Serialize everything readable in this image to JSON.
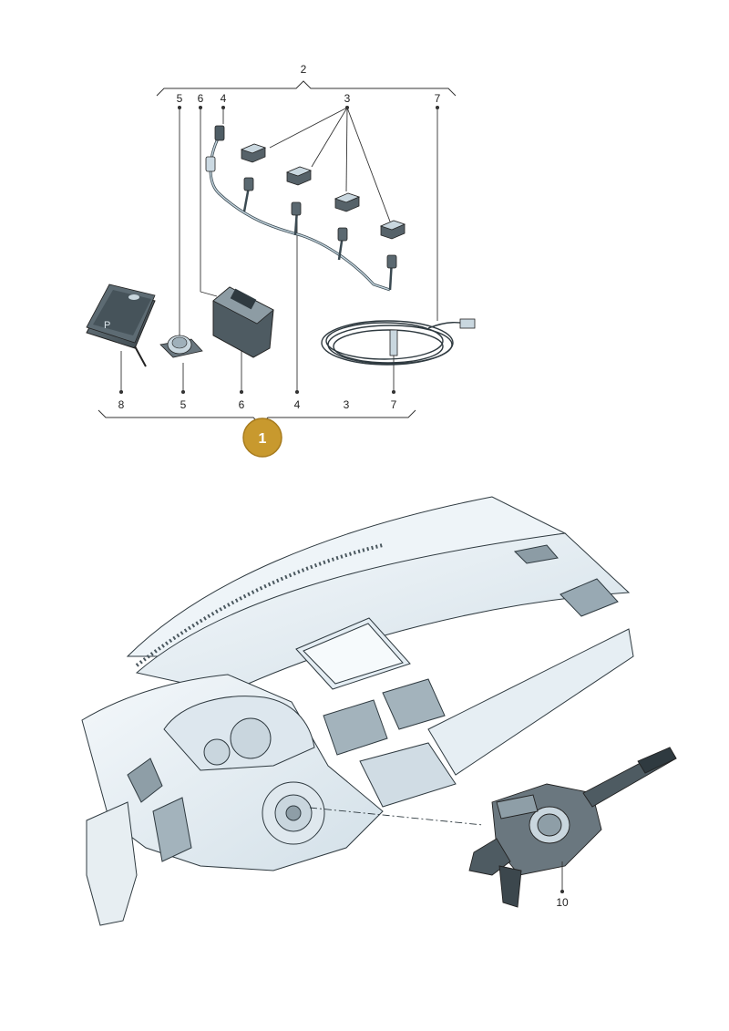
{
  "diagram": {
    "top_group_label": "2",
    "badge_label": "1",
    "callouts_top": [
      "5",
      "6",
      "4",
      "3",
      "7"
    ],
    "callouts_bottom": [
      "8",
      "5",
      "6",
      "4",
      "3",
      "7"
    ],
    "callout_dash": "10",
    "colors": {
      "badge_fill": "#c8992e",
      "badge_stroke": "#a77b1d",
      "part_blue": "#c5d6e0",
      "part_dark": "#5d6b73",
      "line": "#333333"
    }
  }
}
